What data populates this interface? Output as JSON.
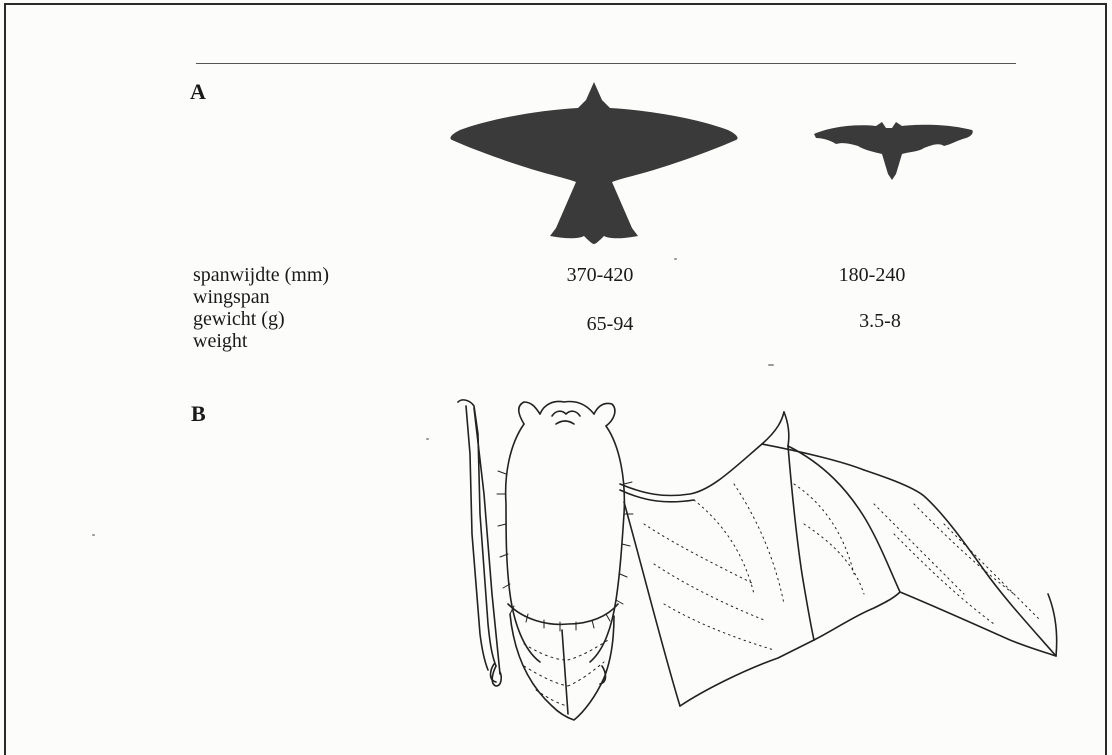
{
  "panels": {
    "a_label": "A",
    "b_label": "B"
  },
  "row_labels": {
    "wingspan_nl": "spanwijdte (mm)",
    "wingspan_en": "wingspan",
    "weight_nl": "gewicht (g)",
    "weight_en": "weight"
  },
  "bird": {
    "wingspan": "370-420",
    "weight": "65-94",
    "icon": "bird-silhouette-icon"
  },
  "bat": {
    "wingspan": "180-240",
    "weight": "3.5-8",
    "icon": "bat-silhouette-icon"
  },
  "illustration": {
    "icon": "bat-drawing-icon"
  },
  "colors": {
    "ink": "#1a1a1a",
    "silhouette": "#3a3a3a",
    "border": "#2a2a2a"
  }
}
